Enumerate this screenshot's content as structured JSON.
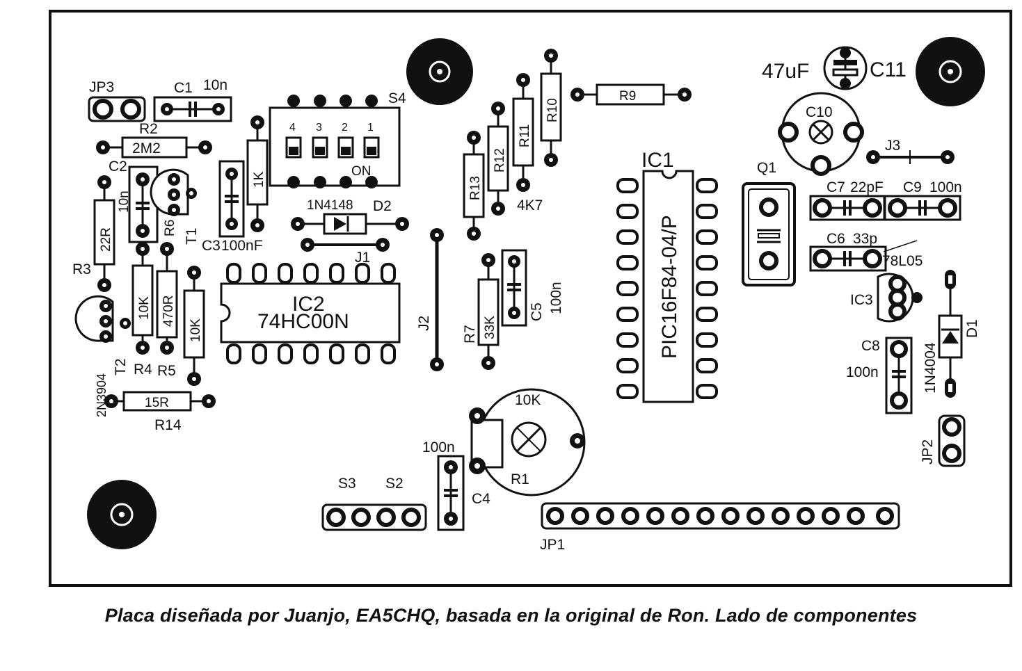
{
  "title": "",
  "caption": "Placa diseñada por Juanjo, EA5CHQ, basada en la original de Ron. Lado de componentes",
  "labels": {
    "jp3": "JP3",
    "c1": "C1",
    "c1_val": "10n",
    "r2": "R2",
    "r2_val": "2M2",
    "c2": "C2",
    "c2_val": "10n",
    "r3": "R3",
    "r3_val": "22R",
    "t1": "T1",
    "r6": "R6",
    "c3": "C3",
    "c3_val": "100nF",
    "s4": "S4",
    "s4_on": "ON",
    "s4_p1": "4",
    "s4_p2": "3",
    "s4_p3": "2",
    "s4_p4": "1",
    "r8_val": "1K",
    "d2_part": "1N4148",
    "d2": "D2",
    "j1": "J1",
    "ic2": "IC2",
    "ic2_part": "74HC00N",
    "r13": "R13",
    "r12": "R12",
    "r11": "R11",
    "r10": "R10",
    "r9": "R9",
    "r_4k7": "4K7",
    "j2": "J2",
    "r7": "R7",
    "r7_val": "33K",
    "c5": "C5",
    "c5_val": "100n",
    "r4": "R4",
    "r4_val": "10K",
    "r5": "R5",
    "r5_val": "470R",
    "r15_val": "10K",
    "t2": "T2",
    "t2_part": "2N3904",
    "r14": "R14",
    "r14_val": "15R",
    "ic1": "IC1",
    "ic1_part": "PIC16F84-04/P",
    "c11_val": "47uF",
    "c11": "C11",
    "c10": "C10",
    "j3": "J3",
    "q1": "Q1",
    "c7": "C7",
    "c7_val": "22pF",
    "c9": "C9",
    "c9_val": "100n",
    "c6": "C6",
    "c6_val": "33p",
    "ic3_part": "78L05",
    "ic3": "IC3",
    "d1": "D1",
    "d1_part": "1N4004",
    "c8": "C8",
    "c8_val": "100n",
    "jp2": "JP2",
    "r1_val": "10K",
    "r1": "R1",
    "c4_val": "100n",
    "c4": "C4",
    "s3": "S3",
    "s2": "S2",
    "jp1": "JP1"
  }
}
